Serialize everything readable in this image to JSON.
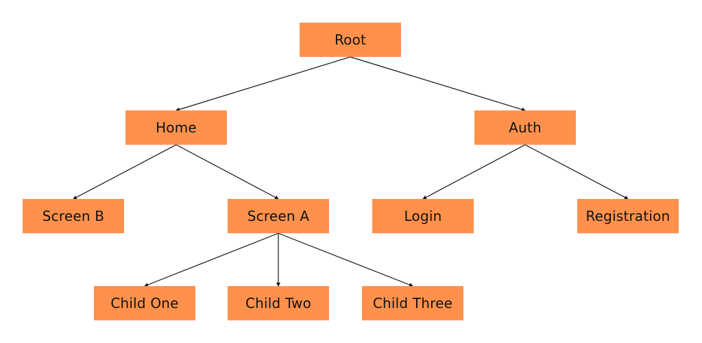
{
  "colors": {
    "node_fill": "#FF914D",
    "edge": "#111111",
    "text": "#111111"
  },
  "nodes": {
    "root": "Root",
    "home": "Home",
    "auth": "Auth",
    "screen_b": "Screen B",
    "screen_a": "Screen A",
    "login": "Login",
    "registration": "Registration",
    "child_one": "Child One",
    "child_two": "Child Two",
    "child_three": "Child Three"
  },
  "edges": [
    [
      "root",
      "home"
    ],
    [
      "root",
      "auth"
    ],
    [
      "home",
      "screen_b"
    ],
    [
      "home",
      "screen_a"
    ],
    [
      "auth",
      "login"
    ],
    [
      "auth",
      "registration"
    ],
    [
      "screen_a",
      "child_one"
    ],
    [
      "screen_a",
      "child_two"
    ],
    [
      "screen_a",
      "child_three"
    ]
  ]
}
